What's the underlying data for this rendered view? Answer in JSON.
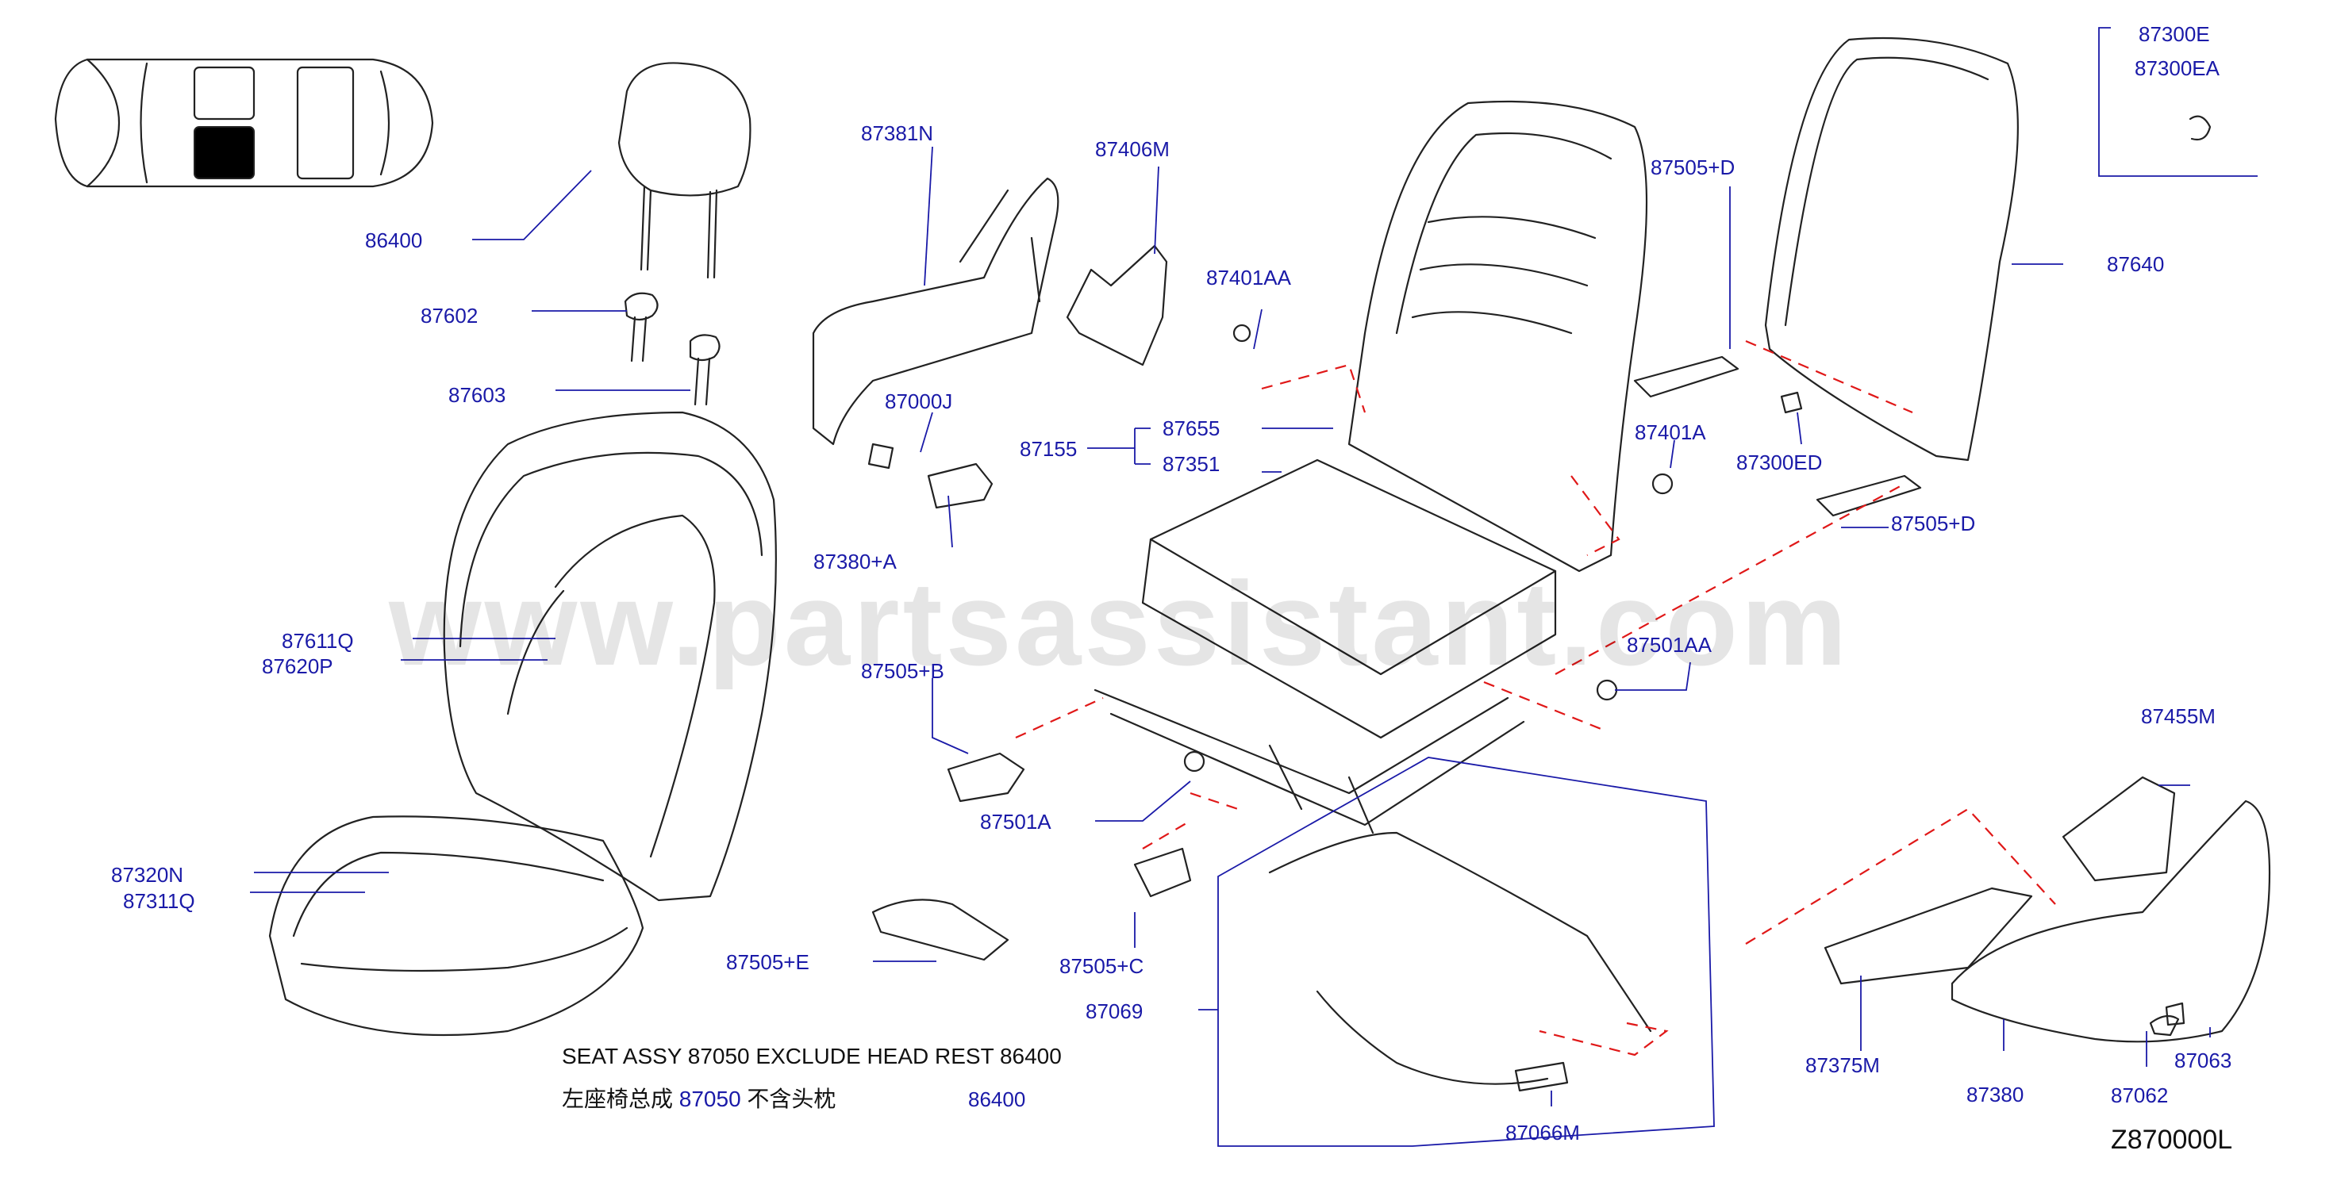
{
  "watermark": "www.partsassistant.com",
  "diagram_code": "Z870000L",
  "note_en": "SEAT  ASSY  87050  EXCLUDE  HEAD  REST  86400",
  "note_cn_prefix": "左座椅总成 ",
  "note_cn_part": "87050",
  "note_cn_suffix": "  不含头枕",
  "note_cn_headrest": "86400",
  "labels": {
    "p87300E": "87300E",
    "p87300EA": "87300EA",
    "p87381N": "87381N",
    "p87406M": "87406M",
    "p86400": "86400",
    "p87505D_top": "87505+D",
    "p87640": "87640",
    "p87401AA": "87401AA",
    "p87602": "87602",
    "p87603": "87603",
    "p87000J": "87000J",
    "p87655": "87655",
    "p87155": "87155",
    "p87351": "87351",
    "p87401A": "87401A",
    "p87300ED": "87300ED",
    "p87505D_mid": "87505+D",
    "p87380A": "87380+A",
    "p87611Q": "87611Q",
    "p87620P": "87620P",
    "p87501AA": "87501AA",
    "p87505B": "87505+B",
    "p87455M": "87455M",
    "p87501A": "87501A",
    "p87320N": "87320N",
    "p87311Q": "87311Q",
    "p87505E": "87505+E",
    "p87505C": "87505+C",
    "p87069": "87069",
    "p87375M": "87375M",
    "p87380": "87380",
    "p87063": "87063",
    "p87062": "87062",
    "p87066M": "87066M"
  }
}
